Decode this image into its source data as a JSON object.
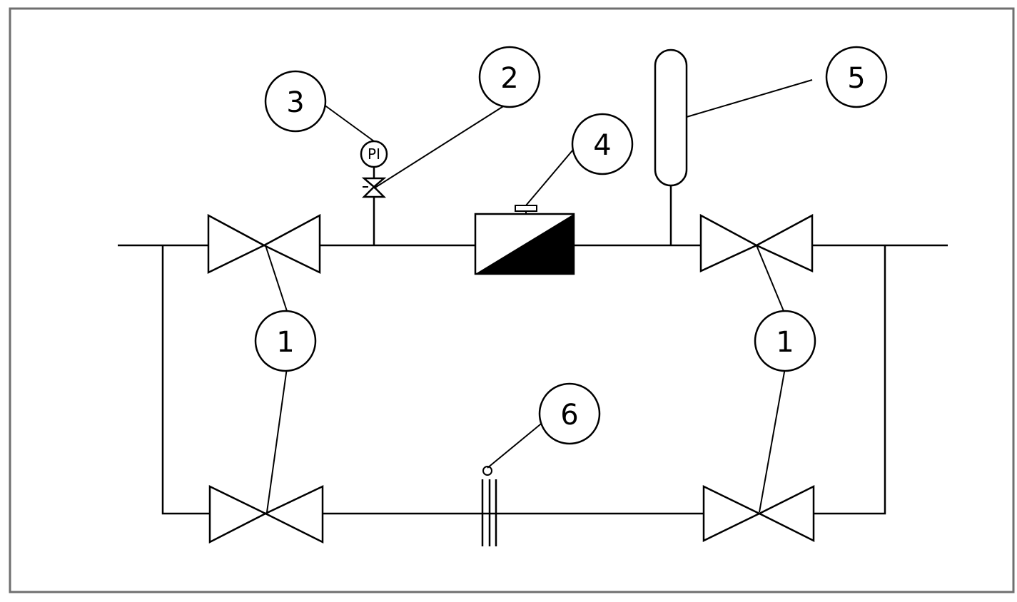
{
  "diagram": {
    "callouts": [
      {
        "id": "valve-top-left",
        "label": "1"
      },
      {
        "id": "valve-top-right",
        "label": "1"
      },
      {
        "id": "needle-valve",
        "label": "2"
      },
      {
        "id": "pressure-gauge",
        "label": "3"
      },
      {
        "id": "flow-meter",
        "label": "4"
      },
      {
        "id": "vessel",
        "label": "5"
      },
      {
        "id": "orifice",
        "label": "6"
      }
    ],
    "gauge_label": "PI"
  }
}
